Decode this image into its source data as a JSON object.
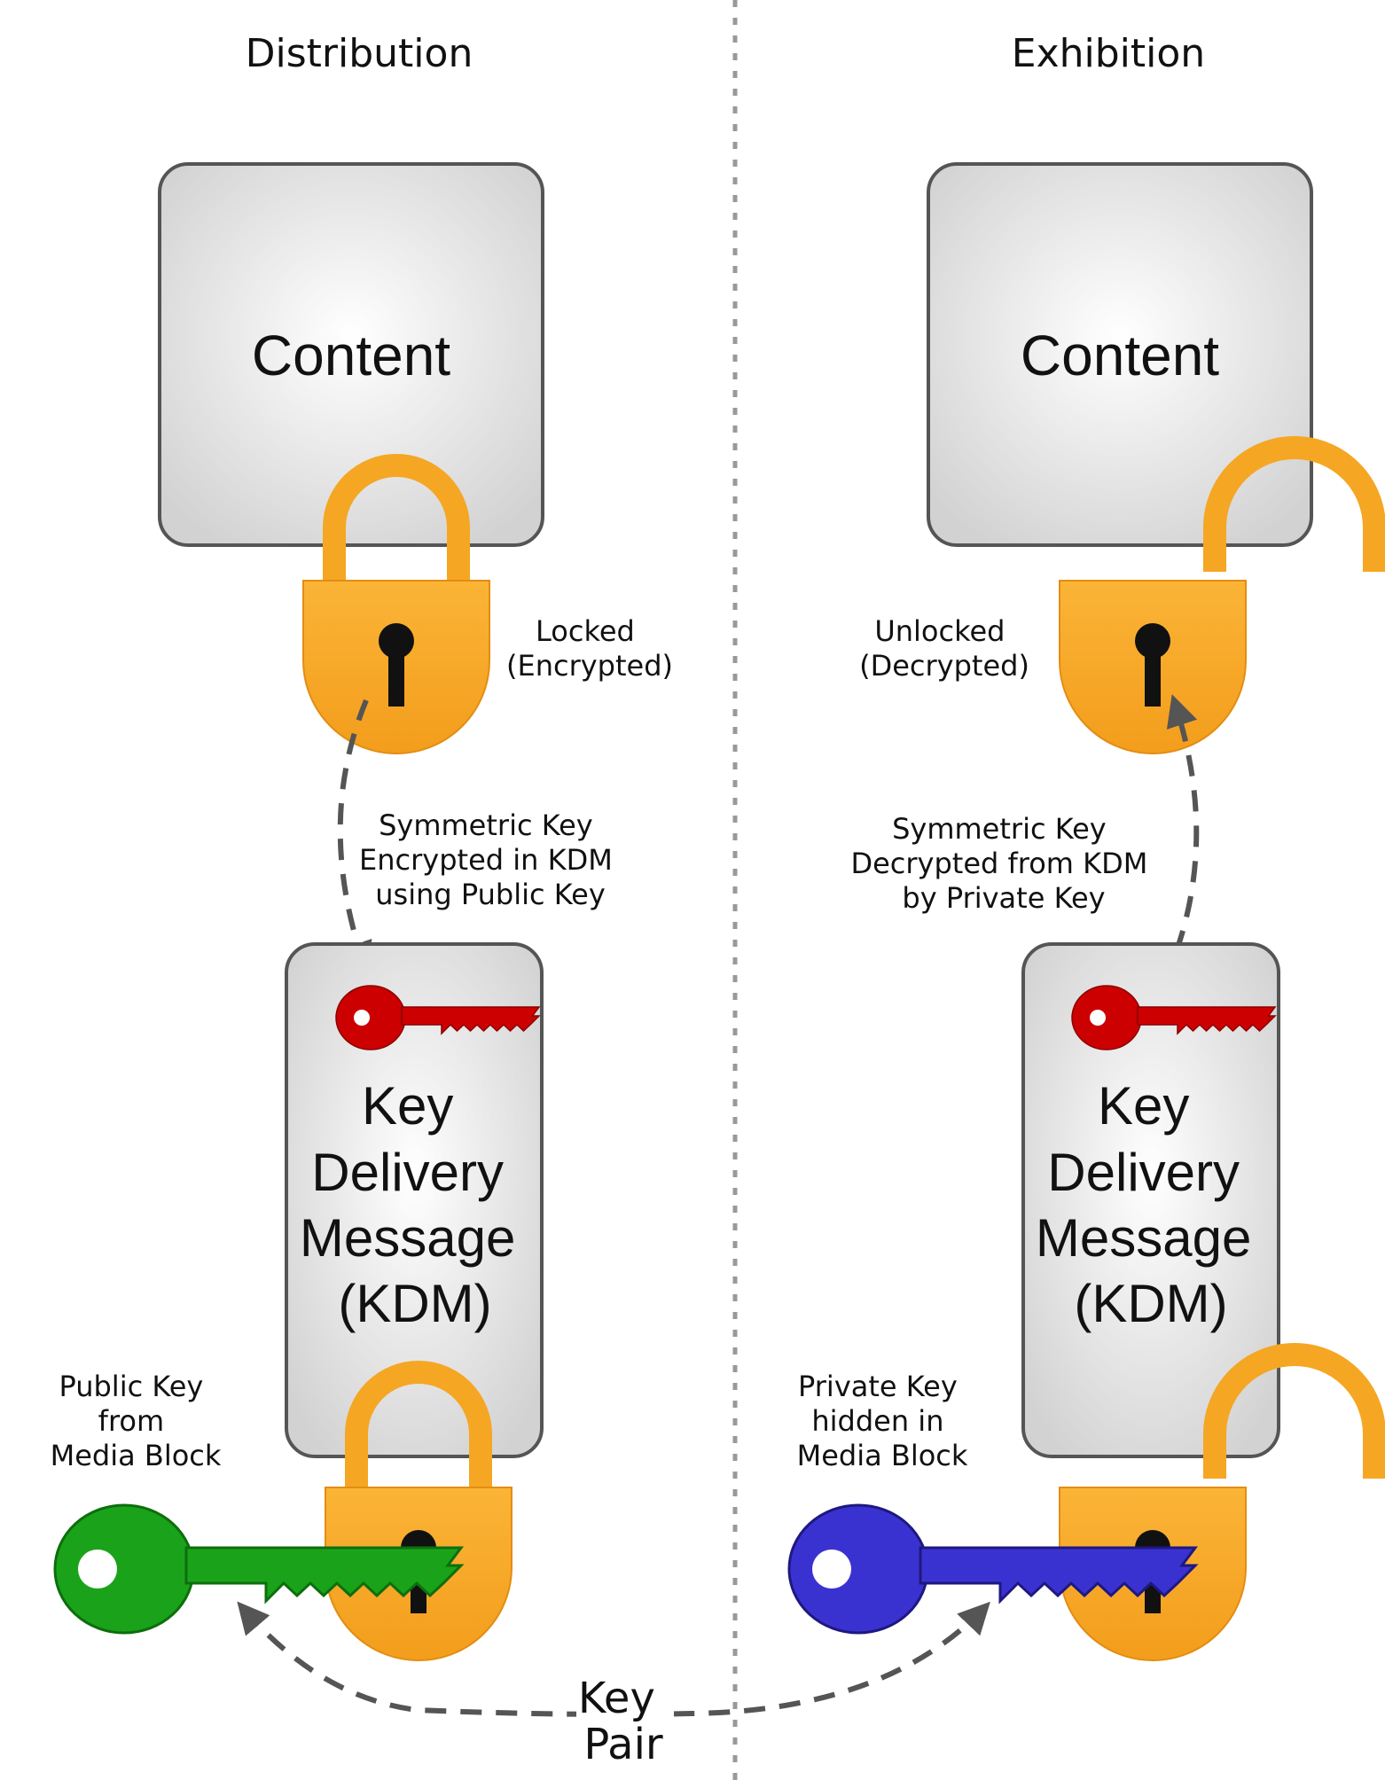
{
  "headers": {
    "left": "Distribution",
    "right": "Exhibition"
  },
  "distribution": {
    "content_label": "Content",
    "lock_status": [
      "Locked",
      "(Encrypted)"
    ],
    "symmetric_key_note": [
      "Symmetric Key",
      "Encrypted in KDM",
      "using Public Key"
    ],
    "kdm_label": [
      "Key",
      "Delivery",
      "Message",
      "(KDM)"
    ],
    "public_key_note": [
      "Public Key",
      "from",
      "Media Block"
    ]
  },
  "exhibition": {
    "content_label": "Content",
    "lock_status": [
      "Unlocked",
      "(Decrypted)"
    ],
    "symmetric_key_note": [
      "Symmetric Key",
      "Decrypted from KDM",
      "by Private Key"
    ],
    "kdm_label": [
      "Key",
      "Delivery",
      "Message",
      "(KDM)"
    ],
    "private_key_note": [
      "Private Key",
      "hidden in",
      "Media Block"
    ]
  },
  "key_pair_label": [
    "Key",
    "Pair"
  ],
  "colors": {
    "lock": "#f5a623",
    "symmetric_key": "#cc0000",
    "public_key": "#1aa31a",
    "private_key": "#3a32d0",
    "box_fill": "#e6e6e6",
    "arrow": "#555555"
  },
  "icons": {
    "lock_closed": "padlock-closed-icon",
    "lock_open": "padlock-open-icon",
    "symmetric_key": "red-key-icon",
    "public_key": "green-key-icon",
    "private_key": "blue-key-icon"
  }
}
